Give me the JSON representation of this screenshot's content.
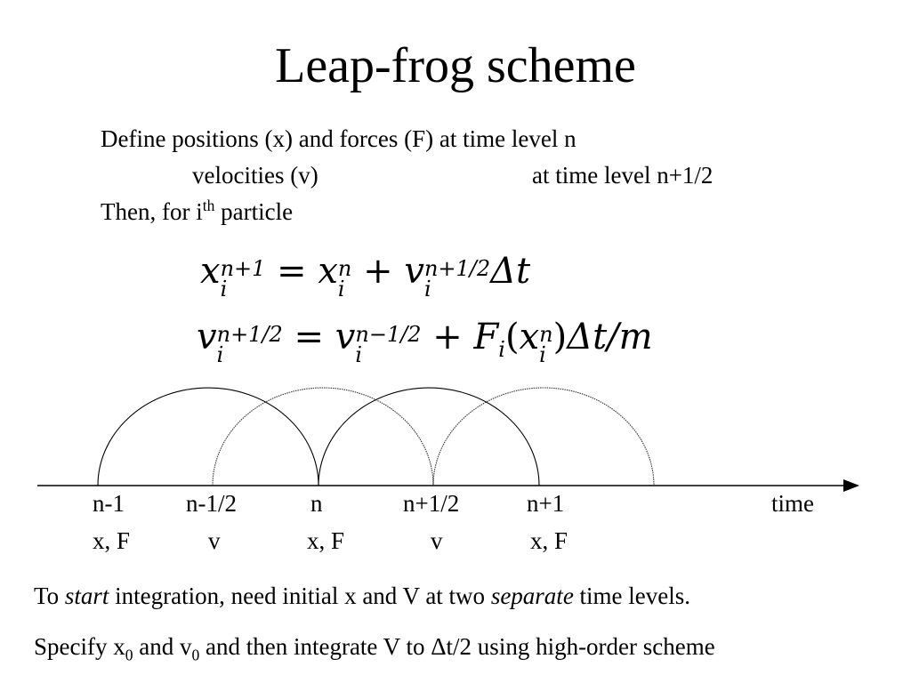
{
  "title": "Leap-frog scheme",
  "intro": {
    "line1": "Define positions (x) and forces (F) at time level n",
    "line2_left": "velocities (v)",
    "line2_right": "at time level n+1/2",
    "line3_pre": "Then, for i",
    "line3_sup": "th",
    "line3_post": " particle"
  },
  "equations": {
    "eq1": {
      "lhs": "x",
      "lhs_sup": "n+1",
      "lhs_sub": "i",
      "op": "=",
      "t1": "x",
      "t1_sup": "n",
      "t1_sub": "i",
      "plus": "+",
      "t2": "v",
      "t2_sup": "n+1/2",
      "t2_sub": "i",
      "tail": "Δt"
    },
    "eq2": {
      "lhs": "v",
      "lhs_sup": "n+1/2",
      "lhs_sub": "i",
      "op": "=",
      "t1": "v",
      "t1_sup": "n−1/2",
      "t1_sub": "i",
      "plus": "+",
      "f": "F",
      "f_sub": "i",
      "arg_open": "(",
      "arg": "x",
      "arg_sup": "n",
      "arg_sub": "i",
      "arg_close": ")",
      "tail": "Δt/m"
    }
  },
  "timeline": {
    "levels": [
      "n-1",
      "n-1/2",
      "n",
      "n+1/2",
      "n+1"
    ],
    "quantities": [
      "x, F",
      "v",
      "x, F",
      "v",
      "x, F"
    ],
    "axis_label": "time"
  },
  "footer": {
    "line1_pre": "To ",
    "line1_em1": "start",
    "line1_mid": " integration, need initial x and V at two ",
    "line1_em2": "separate",
    "line1_post": " time levels.",
    "line2_a": "Specify x",
    "line2_sub1": "0",
    "line2_b": " and v",
    "line2_sub2": "0",
    "line2_c": " and then integrate V to Δt/2 using high-order scheme"
  }
}
